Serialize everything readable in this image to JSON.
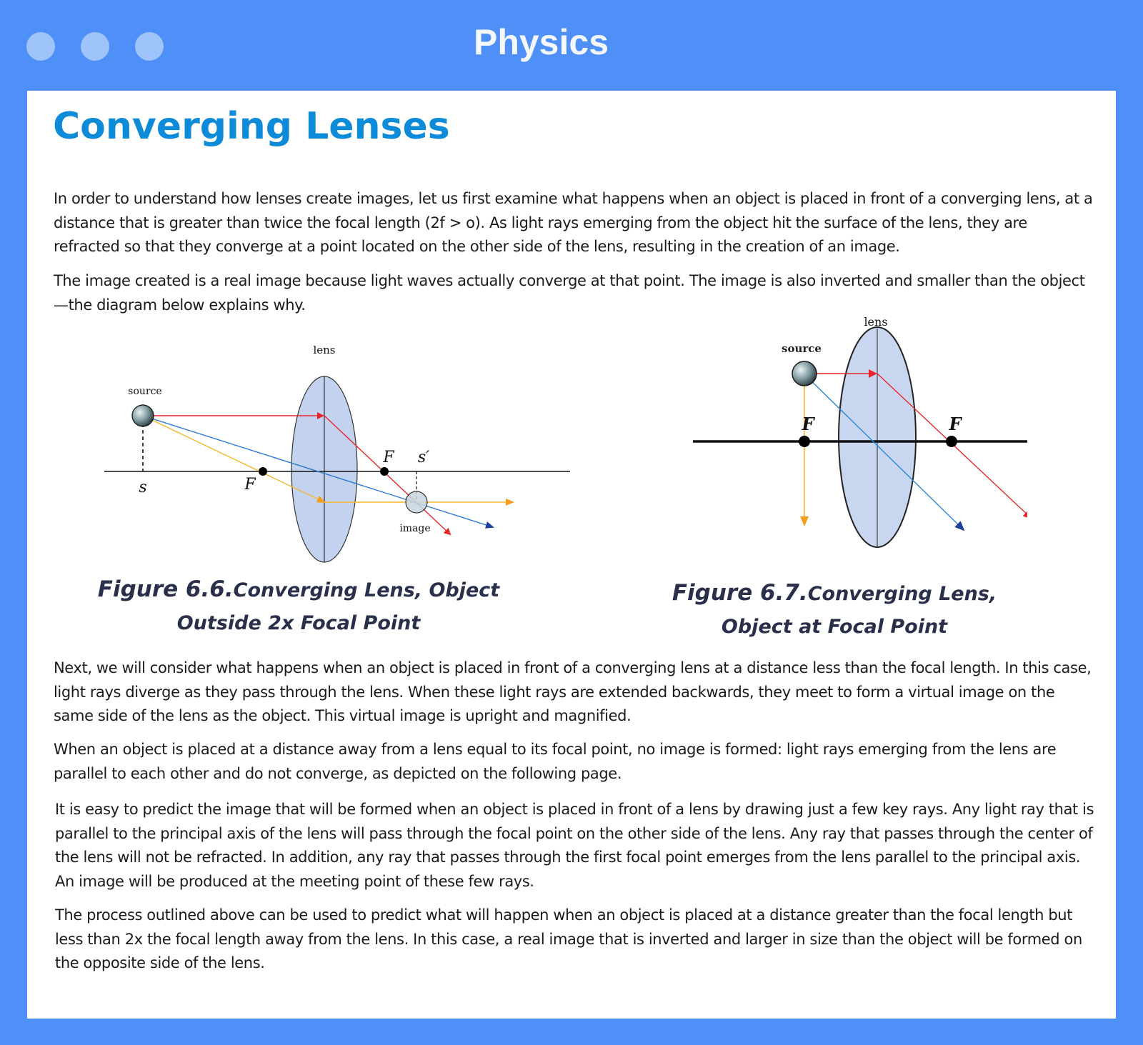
{
  "window": {
    "title": "Physics"
  },
  "heading": "Converging Lenses",
  "paragraphs": {
    "p1": "In order to understand how lenses create images, let us first examine what happens when an object is placed in front of a converging lens, at a distance that is greater than twice the focal length (2f > o). As light rays emerging from the object hit the surface of the lens, they are refracted so that they converge at a point located on the other side of the lens, resulting in the creation of an image.",
    "p2": "The image created is a real image because light waves actually converge at that point. The image is also inverted and smaller than the object—the diagram below explains why.",
    "p3": "Next, we will consider what happens when an object is placed in front of a converging lens at a distance less than the focal length. In this case, light rays diverge as they pass through the lens. When these light rays are extended backwards, they meet to form a virtual image on the same side of the lens as the object. This virtual image is upright and magnified.",
    "p4": "When an object is placed at a distance away from a lens equal to its focal point, no image is formed: light rays emerging from the lens are parallel to each other and do not converge, as depicted on the following page.",
    "p5": "It is easy to predict the image that will be formed when an object is placed in front of a lens by drawing just a few key rays. Any light ray that is parallel to the principal axis of the lens will pass through the focal point on the other side of the lens. Any ray that passes through the center of the lens will not be refracted. In addition, any ray that passes through the first focal point emerges from the lens parallel to the principal axis. An image will be produced at the meeting point of these few rays.",
    "p6": "The process outlined above can be used to predict what will happen when an object is placed at a distance greater than the focal length but less than 2x the focal length away from the lens. In this case, a real image that is inverted and larger in size than the object will be formed on the opposite side of the lens."
  },
  "figure1": {
    "labels": {
      "lens": "lens",
      "source": "source",
      "s": "s",
      "f_left": "F",
      "f_right": "F",
      "s_prime": "s′",
      "image": "image"
    },
    "caption_num": "Figure 6.6.",
    "caption_text": "Converging Lens, Object Outside 2x Focal  Point"
  },
  "figure2": {
    "labels": {
      "lens": "lens",
      "source": "source",
      "f_left": "F",
      "f_right": "F"
    },
    "caption_num": "Figure 6.7.",
    "caption_text": "Converging Lens, Object at Focal Point"
  },
  "colors": {
    "window_bg": "#4f8ff8",
    "heading": "#0d8ad8",
    "caption": "#2a2f4a",
    "lens_fill": "#c3d2ee",
    "ray_red": "#e8262b",
    "ray_orange": "#f5b730",
    "ray_blue": "#2a78d4"
  }
}
